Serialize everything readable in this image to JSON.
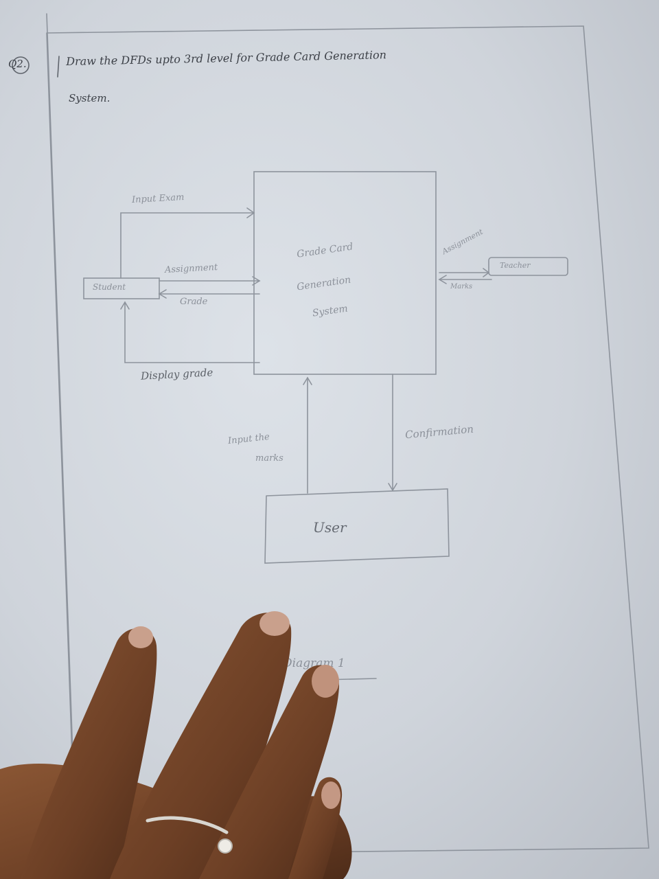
{
  "question": {
    "number": "Q2.",
    "text_line1": "Draw the DFDs upto 3rd level for Grade Card Generation",
    "text_line2": "System."
  },
  "diagram": {
    "process": {
      "line1": "Grade Card",
      "line2": "Generation",
      "line3": "System"
    },
    "entities": {
      "student": "Student",
      "teacher": "Teacher",
      "user": "User"
    },
    "flows": {
      "input_exam": "Input Exam",
      "assignment_student": "Assignment",
      "grade": "Grade",
      "display_grade": "Display grade",
      "assignment_teacher": "Assignment",
      "marks_teacher": "Marks",
      "input_marks_line1": "Input the",
      "input_marks_line2": "marks",
      "confirmation": "Confirmation"
    },
    "caption": "Diagram 1"
  },
  "colors": {
    "paper": "#dde2e8",
    "pencil": "#8d939c",
    "ink": "#3c4047",
    "skin": "#7a4a2e"
  }
}
